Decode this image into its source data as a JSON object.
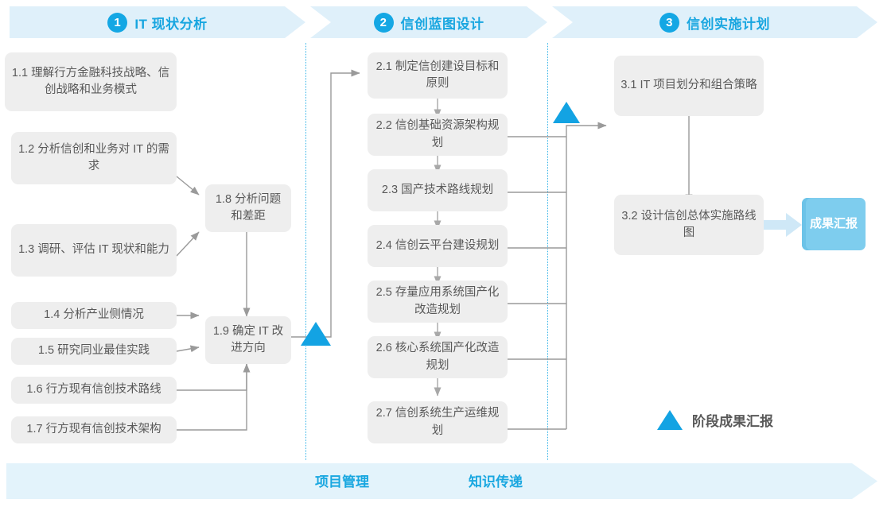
{
  "header": {
    "phases": [
      {
        "num": "1",
        "label": "IT 现状分析"
      },
      {
        "num": "2",
        "label": "信创蓝图设计"
      },
      {
        "num": "3",
        "label": "信创实施计划"
      }
    ]
  },
  "phase1_tasks": [
    {
      "id": "1.1",
      "label": "1.1 理解行方金融科技战略、信创战略和业务模式"
    },
    {
      "id": "1.2",
      "label": "1.2 分析信创和业务对 IT 的需求"
    },
    {
      "id": "1.3",
      "label": "1.3 调研、评估 IT 现状和能力"
    },
    {
      "id": "1.4",
      "label": "1.4 分析产业侧情况"
    },
    {
      "id": "1.5",
      "label": "1.5 研究同业最佳实践"
    },
    {
      "id": "1.6",
      "label": "1.6 行方现有信创技术路线"
    },
    {
      "id": "1.7",
      "label": "1.7 行方现有信创技术架构"
    },
    {
      "id": "1.8",
      "label": "1.8 分析问题和差距"
    },
    {
      "id": "1.9",
      "label": "1.9 确定 IT 改进方向"
    }
  ],
  "phase2_tasks": [
    {
      "id": "2.1",
      "label": "2.1 制定信创建设目标和原则"
    },
    {
      "id": "2.2",
      "label": "2.2 信创基础资源架构规划"
    },
    {
      "id": "2.3",
      "label": "2.3 国产技术路线规划"
    },
    {
      "id": "2.4",
      "label": "2.4 信创云平台建设规划"
    },
    {
      "id": "2.5",
      "label": "2.5 存量应用系统国产化改造规划"
    },
    {
      "id": "2.6",
      "label": "2.6 核心系统国产化改造规划"
    },
    {
      "id": "2.7",
      "label": "2.7 信创系统生产运维规划"
    }
  ],
  "phase3_tasks": [
    {
      "id": "3.1",
      "label": "3.1 IT 项目划分和组合策略"
    },
    {
      "id": "3.2",
      "label": "3.2 设计信创总体实施路线图"
    }
  ],
  "result": {
    "label": "成果汇报"
  },
  "legend": {
    "label": "阶段成果汇报"
  },
  "bottom": {
    "items": [
      {
        "label": "项目管理"
      },
      {
        "label": "知识传递"
      }
    ]
  },
  "colors": {
    "accent_blue": "#13a3e3",
    "band_blue": "#dff0fa",
    "bottom_band_blue": "#e3f3fb",
    "result_blue": "#7ecdee",
    "box_gray": "#eeeeee",
    "text_gray": "#595959",
    "connector_gray": "#9a9a9a",
    "lane_dotted": "#35b4e8"
  }
}
